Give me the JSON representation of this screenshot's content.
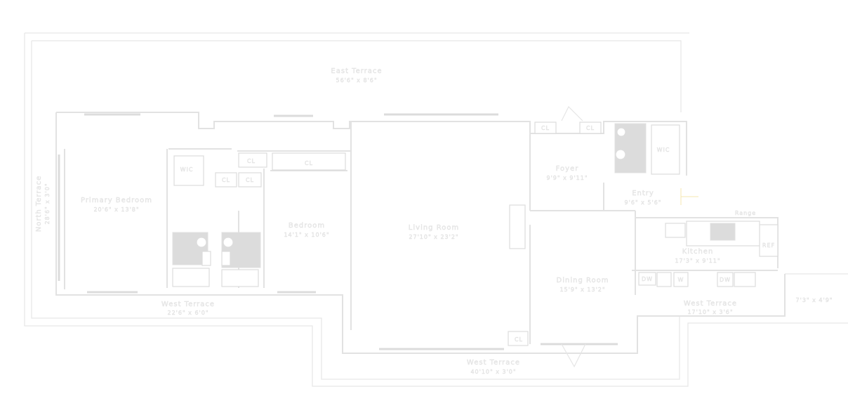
{
  "rooms": {
    "east_terrace": {
      "name": "East Terrace",
      "dims": "56'6\" x 8'6\""
    },
    "north_terrace": {
      "name": "North Terrace",
      "dims": "28'6\" x 3'0\""
    },
    "primary_bedroom": {
      "name": "Primary Bedroom",
      "dims": "20'6\" x 13'8\""
    },
    "bedroom": {
      "name": "Bedroom",
      "dims": "14'1\" x 10'6\""
    },
    "living_room": {
      "name": "Living Room",
      "dims": "27'10\" x 23'2\""
    },
    "foyer": {
      "name": "Foyer",
      "dims": "9'9\" x 9'11\""
    },
    "entry": {
      "name": "Entry",
      "dims": "9'6\" x 5'6\""
    },
    "kitchen": {
      "name": "Kitchen",
      "dims": "17'3\" x 9'11\""
    },
    "dining_room": {
      "name": "Dining Room",
      "dims": "15'9\" x 13'2\""
    },
    "west_terrace_left": {
      "name": "West Terrace",
      "dims": "22'6\" x 6'0\""
    },
    "west_terrace_center": {
      "name": "West Terrace",
      "dims": "40'10\" x 3'0\""
    },
    "west_terrace_right": {
      "name": "West Terrace",
      "dims": "17'10\" x 3'6\""
    },
    "terrace_far_right": {
      "dims": "7'3\" x 4'9\""
    }
  },
  "closets": {
    "cl": "CL",
    "wic": "WIC"
  },
  "appliances": {
    "range": "Range",
    "dw": "DW",
    "w": "W",
    "ref": "REF"
  }
}
